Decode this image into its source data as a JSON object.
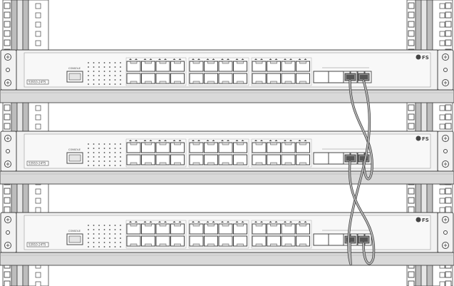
{
  "diagram": {
    "brand_label": "FS",
    "console_label": "CONSOLE",
    "model_label": "S3910-24TS",
    "switch_count": 3,
    "rj45_port_groups": 3,
    "ports_per_group_top_row": 4,
    "sfp_slots": 4,
    "colors": {
      "line": "#444444",
      "switch_body": "#f2f2f2",
      "rail": "#d9d9d9",
      "post": "#bdbdbd",
      "port_fill": "#ffffff",
      "sfp_dark": "#8c8c8c",
      "cable": "#bbbbbb"
    },
    "icons": [
      "rack-screw-icon",
      "fs-logo-icon",
      "link-led-icon"
    ]
  }
}
